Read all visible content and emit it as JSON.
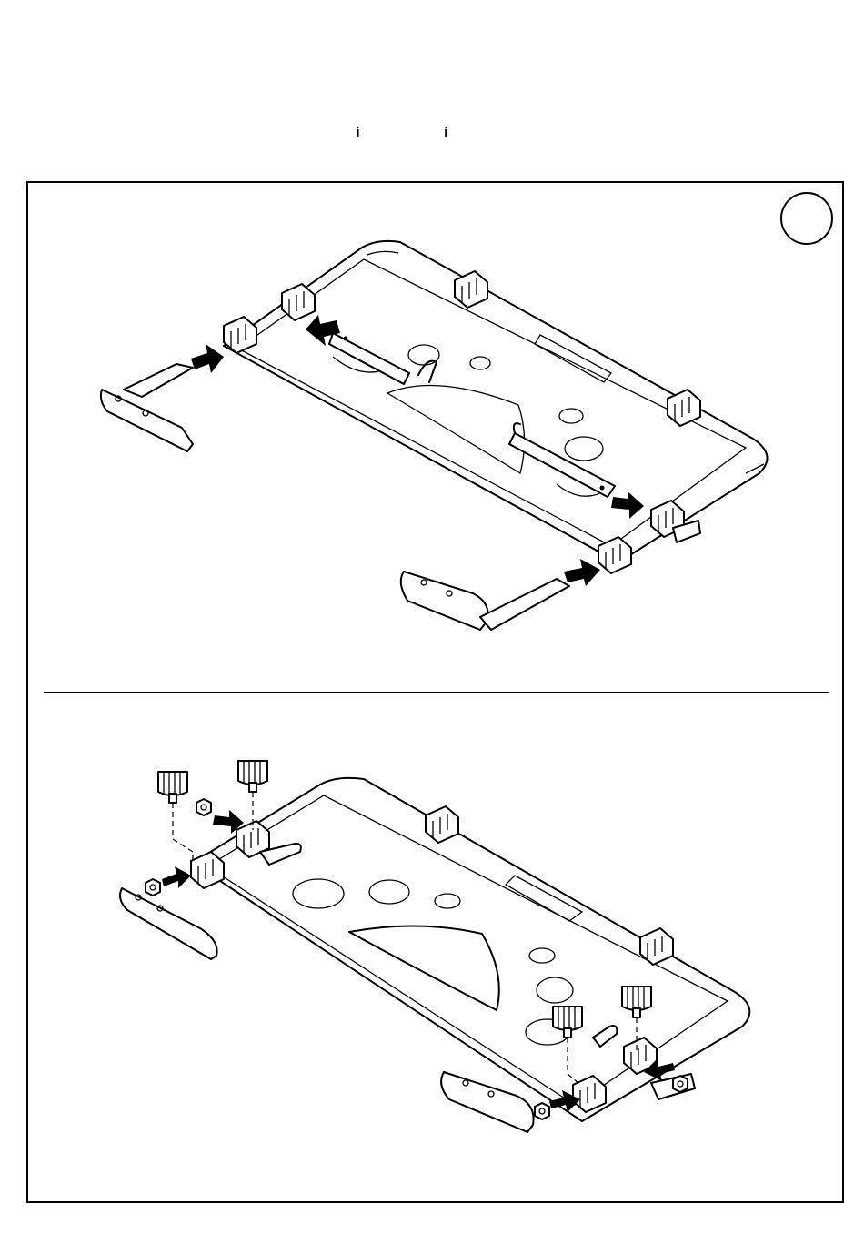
{
  "header": {
    "glyph_1": "í",
    "glyph_2": "í"
  },
  "figure": {
    "panels": [
      "assembly-step-top",
      "assembly-step-bottom"
    ]
  }
}
